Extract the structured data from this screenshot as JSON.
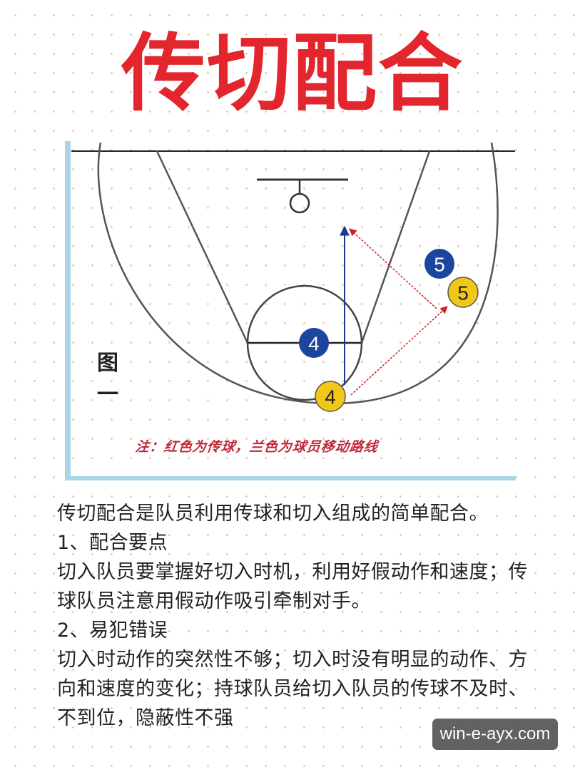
{
  "title": "传切配合",
  "diagram": {
    "figure_label_1": "图",
    "figure_label_2": "一",
    "players": [
      {
        "number": "4",
        "team": "blue"
      },
      {
        "number": "5",
        "team": "blue"
      },
      {
        "number": "4",
        "team": "yellow"
      },
      {
        "number": "5",
        "team": "yellow"
      }
    ],
    "note": "注：红色为传球，兰色为球员移动路线",
    "colors": {
      "pass_line": "#c8202a",
      "move_line": "#1c3a8a",
      "blue_player": "#1c45a0",
      "yellow_player": "#f2c818",
      "court_line": "#555555",
      "court_border": "#a9d4e8"
    }
  },
  "content": {
    "intro": "传切配合是队员利用传球和切入组成的简单配合。",
    "section1_heading": "1、配合要点",
    "section1_body": "切入队员要掌握好切入时机，利用好假动作和速度；传球队员注意用假动作吸引牵制对手。",
    "section2_heading": "2、易犯错误",
    "section2_body": "切入时动作的突然性不够；切入时没有明显的动作、方向和速度的变化；持球队员给切入队员的传球不及时、不到位，隐蔽性不强"
  },
  "watermark": "win-e-ayx.com"
}
